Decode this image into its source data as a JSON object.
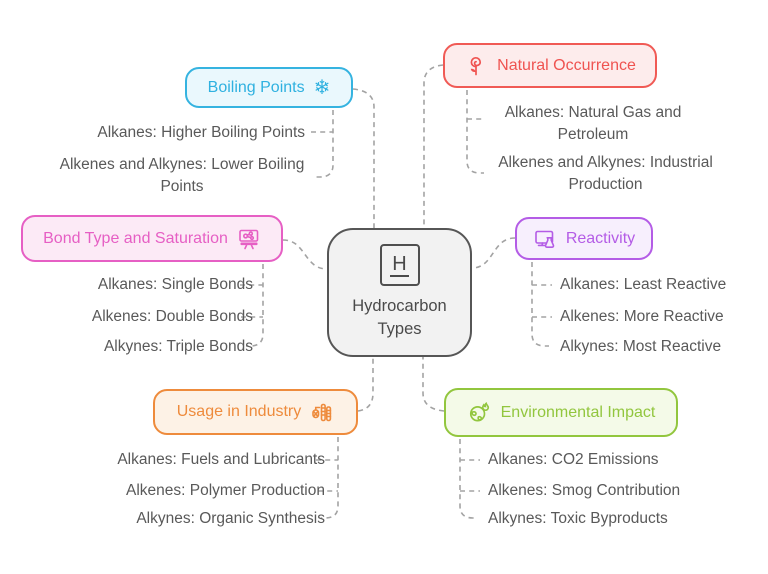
{
  "diagram": {
    "center": {
      "icon_letter": "H",
      "title": "Hydrocarbon Types"
    },
    "branches": [
      {
        "id": "boiling-points",
        "label": "Boiling Points",
        "icon": "snowflake-icon",
        "icon_glyph": "❄",
        "accent": "#2fb1e0",
        "fill": "#eaf8fd",
        "leaves": [
          "Alkanes: Higher Boiling Points",
          "Alkenes and Alkynes: Lower Boiling Points"
        ]
      },
      {
        "id": "natural-occurrence",
        "label": "Natural Occurrence",
        "icon": "rose-icon",
        "accent": "#ef5350",
        "fill": "#fdecec",
        "leaves": [
          "Alkanes: Natural Gas and Petroleum",
          "Alkenes and Alkynes: Industrial Production"
        ]
      },
      {
        "id": "bond-type-and-saturation",
        "label": "Bond Type and Saturation",
        "icon": "molecule-board-icon",
        "accent": "#e65fc4",
        "fill": "#fceaf6",
        "leaves": [
          "Alkanes: Single Bonds",
          "Alkenes: Double Bonds",
          "Alkynes: Triple Bonds"
        ]
      },
      {
        "id": "reactivity",
        "label": "Reactivity",
        "icon": "monitor-flask-icon",
        "accent": "#b45ce6",
        "fill": "#f7effd",
        "leaves": [
          "Alkanes: Least Reactive",
          "Alkenes: More Reactive",
          "Alkynes: Most Reactive"
        ]
      },
      {
        "id": "usage-in-industry",
        "label": "Usage in Industry",
        "icon": "refinery-icon",
        "accent": "#ee8b3c",
        "fill": "#fdf2e6",
        "leaves": [
          "Alkanes: Fuels and Lubricants",
          "Alkenes: Polymer Production",
          "Alkynes: Organic Synthesis"
        ]
      },
      {
        "id": "environmental-impact",
        "label": "Environmental Impact",
        "icon": "globe-flame-icon",
        "accent": "#92c63e",
        "fill": "#f4fae8",
        "leaves": [
          "Alkanes: CO2 Emissions",
          "Alkenes: Smog Contribution",
          "Alkynes: Toxic Byproducts"
        ]
      }
    ],
    "connector_color": "#a3a3a3"
  }
}
